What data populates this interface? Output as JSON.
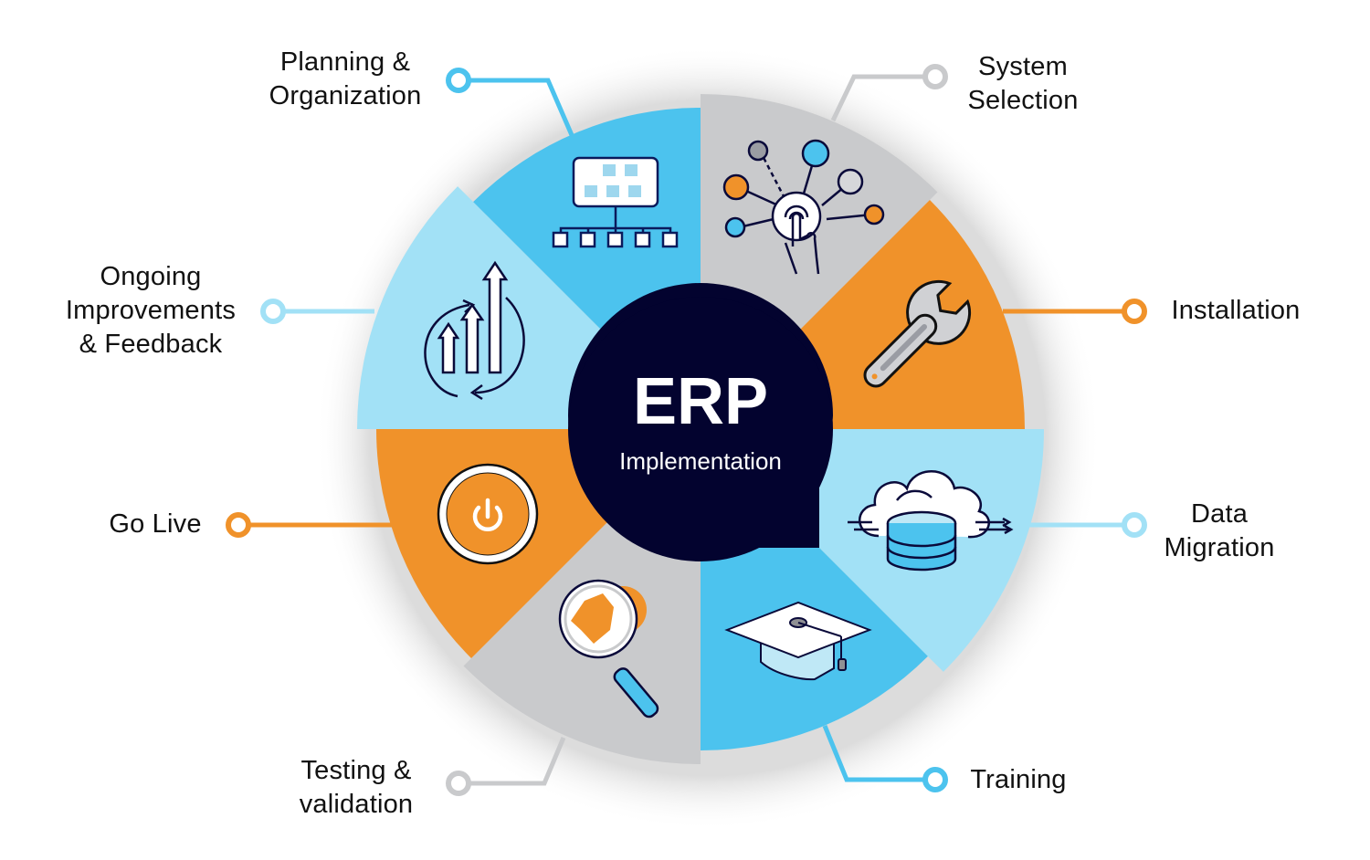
{
  "diagram": {
    "title": "ERP",
    "subtitle": "Implementation",
    "colors": {
      "gray": "#C9CACC",
      "orange": "#F0922A",
      "light_blue": "#A2E1F6",
      "blue": "#4CC3EE",
      "navy": "#03032F",
      "connector_gray": "#C9CACC",
      "connector_orange": "#F0922A",
      "connector_light_blue": "#A2E1F6",
      "connector_blue": "#4CC3EE"
    },
    "steps": [
      {
        "id": "system-selection",
        "label_lines": [
          "System",
          "Selection"
        ],
        "color": "gray",
        "icon": "touch-network-icon"
      },
      {
        "id": "installation",
        "label_lines": [
          "Installation"
        ],
        "color": "orange",
        "icon": "wrench-icon"
      },
      {
        "id": "data-migration",
        "label_lines": [
          "Data",
          "Migration"
        ],
        "color": "light_blue",
        "icon": "cloud-database-icon"
      },
      {
        "id": "training",
        "label_lines": [
          "Training"
        ],
        "color": "blue",
        "icon": "graduation-cap-icon"
      },
      {
        "id": "testing-validation",
        "label_lines": [
          "Testing &",
          "validation"
        ],
        "color": "gray",
        "icon": "magnifier-gear-icon"
      },
      {
        "id": "go-live",
        "label_lines": [
          "Go Live"
        ],
        "color": "orange",
        "icon": "power-icon"
      },
      {
        "id": "ongoing-improvements",
        "label_lines": [
          "Ongoing",
          "Improvements",
          "& Feedback"
        ],
        "color": "light_blue",
        "icon": "growth-cycle-icon"
      },
      {
        "id": "planning-organization",
        "label_lines": [
          "Planning &",
          "Organization"
        ],
        "color": "blue",
        "icon": "org-chart-icon"
      }
    ]
  }
}
